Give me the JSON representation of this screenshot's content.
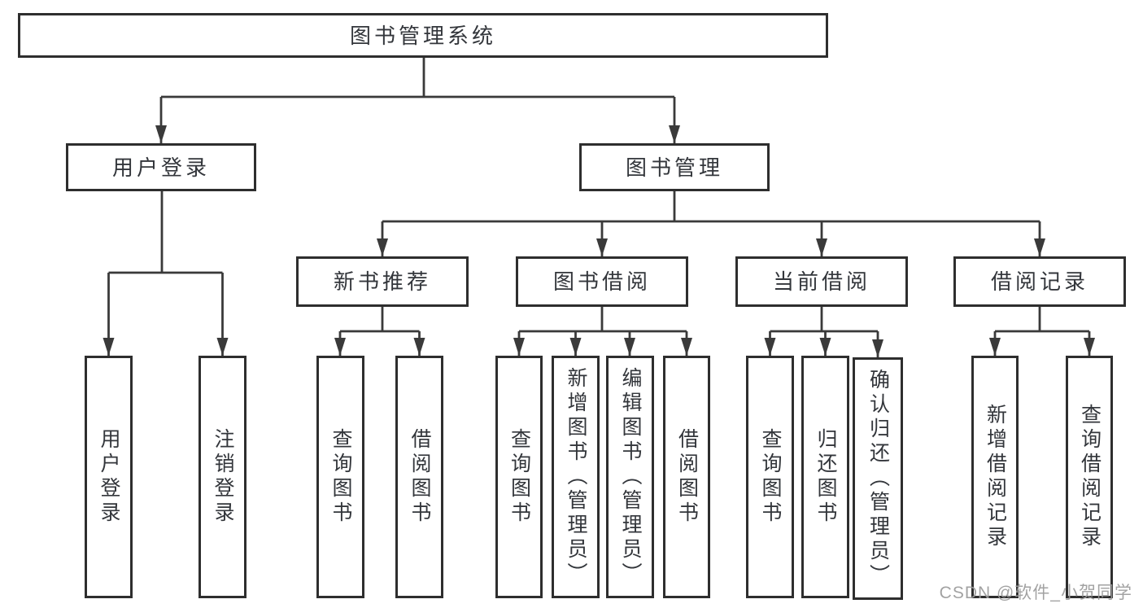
{
  "diagram": {
    "title": "图书管理系统",
    "branches": {
      "user_login": {
        "label": "用户登录",
        "children": {
          "login": "用户登录",
          "logout": "注销登录"
        }
      },
      "book_management": {
        "label": "图书管理",
        "children": {
          "new_book_recommend": {
            "label": "新书推荐",
            "children": {
              "query_books": "查询图书",
              "borrow_books": "借阅图书"
            }
          },
          "book_borrowing": {
            "label": "图书借阅",
            "children": {
              "query_books": "查询图书",
              "add_books_admin": "新增图书（管理员）",
              "edit_books_admin": "编辑图书（管理员）",
              "borrow_books": "借阅图书"
            }
          },
          "current_borrowing": {
            "label": "当前借阅",
            "children": {
              "query_books": "查询图书",
              "return_books": "归还图书",
              "confirm_return_admin": "确认归还（管理员）"
            }
          },
          "borrow_records": {
            "label": "借阅记录",
            "children": {
              "add_record": "新增借阅记录",
              "query_record": "查询借阅记录"
            }
          }
        }
      }
    },
    "watermark": "CSDN @软件_小贺同学"
  },
  "colors": {
    "line": "#3a3a3a",
    "border": "#2e2e2e",
    "text": "#33363b",
    "watermark": "#9b9b9b",
    "background": "#ffffff"
  }
}
